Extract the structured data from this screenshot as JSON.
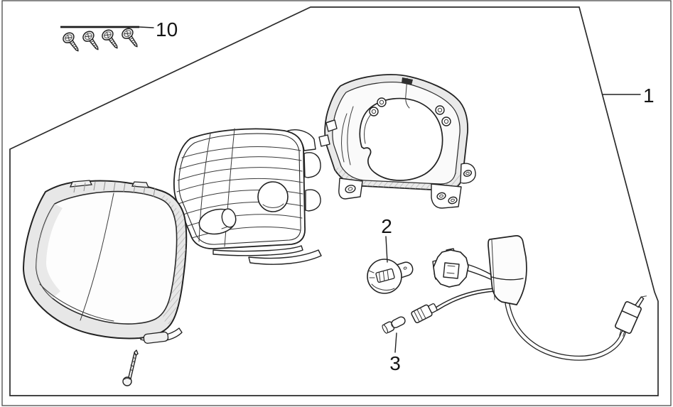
{
  "callouts": {
    "assembly": {
      "number": "1"
    },
    "headlight_bulb": {
      "number": "2"
    },
    "position_bulb": {
      "number": "3"
    },
    "screw_set": {
      "number": "10"
    }
  },
  "colors": {
    "line": "#1c1c1c",
    "shade_light": "#e8e8e8",
    "hatch": "#a0a0a0",
    "border": "#4a4a4a",
    "background": "#ffffff"
  }
}
